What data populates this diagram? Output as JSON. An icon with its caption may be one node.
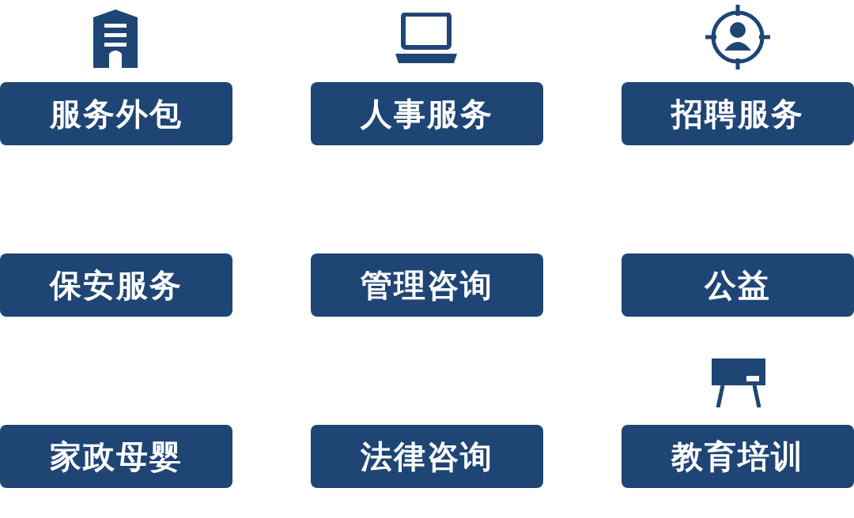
{
  "diagram": {
    "nodes": [
      {
        "text": [
          "服务外包"
        ]
      },
      {
        "text": [
          "人事服务"
        ]
      },
      {
        "text": [
          "招聘服务"
        ]
      },
      {
        "text": [
          "保安服务"
        ]
      },
      {
        "text": [
          "管理咨询"
        ]
      },
      {
        "text": [
          "公益"
        ]
      },
      {
        "text": [
          "家政母婴"
        ]
      },
      {
        "text": [
          "法律咨询"
        ]
      },
      {
        "text": [
          "教育培训"
        ]
      }
    ]
  }
}
